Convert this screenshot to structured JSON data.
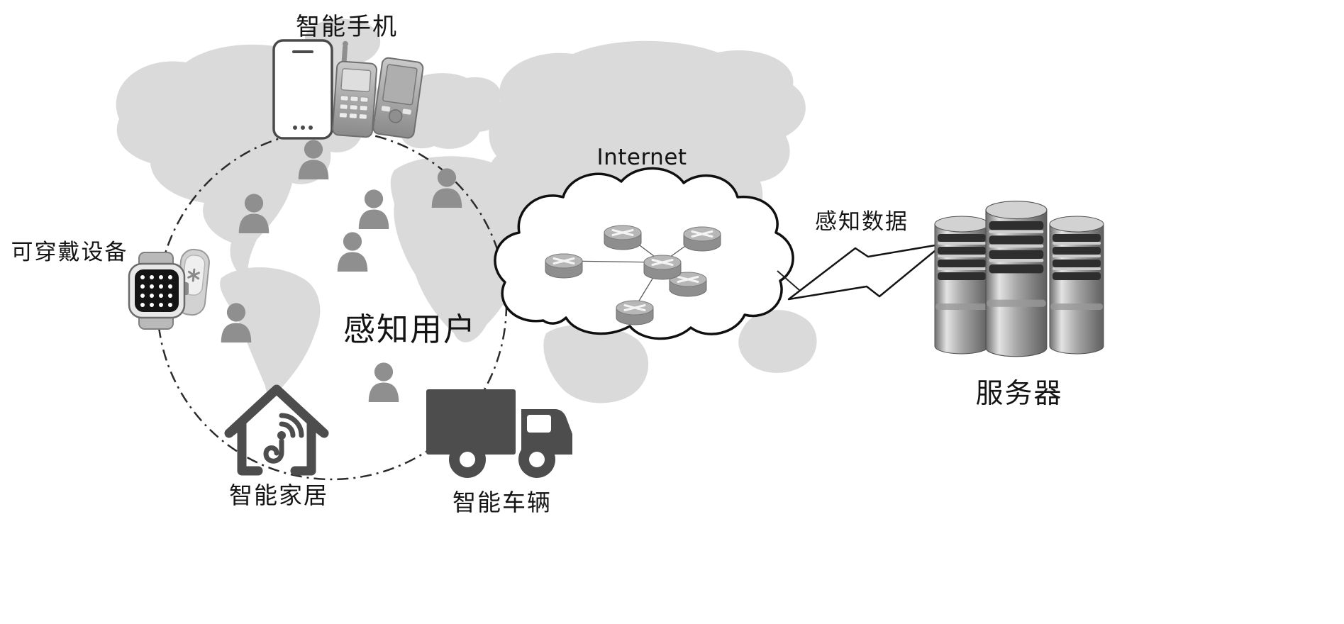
{
  "labels": {
    "smartphone": "智能手机",
    "wearable": "可穿戴设备",
    "sensing_users": "感知用户",
    "smart_home": "智能家居",
    "smart_vehicle": "智能车辆",
    "internet": "Internet",
    "sensing_data": "感知数据",
    "server": "服务器"
  },
  "icons": {
    "smartphone": "smartphone-outline",
    "feature_phone_1": "gray-keypad-phone-with-antenna",
    "feature_phone_2": "gray-slider-phone",
    "smartwatch": "smartwatch-with-app-grid",
    "fitness_tracker": "clip-fitness-tracker",
    "person": "user-silhouette",
    "smart_home": "house-outline-with-wifi",
    "truck": "delivery-truck-silhouette",
    "cloud": "outlined-cloud",
    "router": "cylinder-router-with-cross-arrows",
    "lightning": "zigzag-lightning-link",
    "server": "three-tower-servers",
    "map": "world-map-silhouette",
    "boundary": "dash-dot-circle"
  },
  "counts": {
    "sensing_user_figures": 7,
    "routers_in_cloud": 6,
    "server_towers": 3
  },
  "colors": {
    "background": "#ffffff",
    "map": "#dadada",
    "person": "#8f8f8f",
    "dark_icon": "#4d4d4d",
    "outline": "#141414",
    "text": "#141414"
  }
}
